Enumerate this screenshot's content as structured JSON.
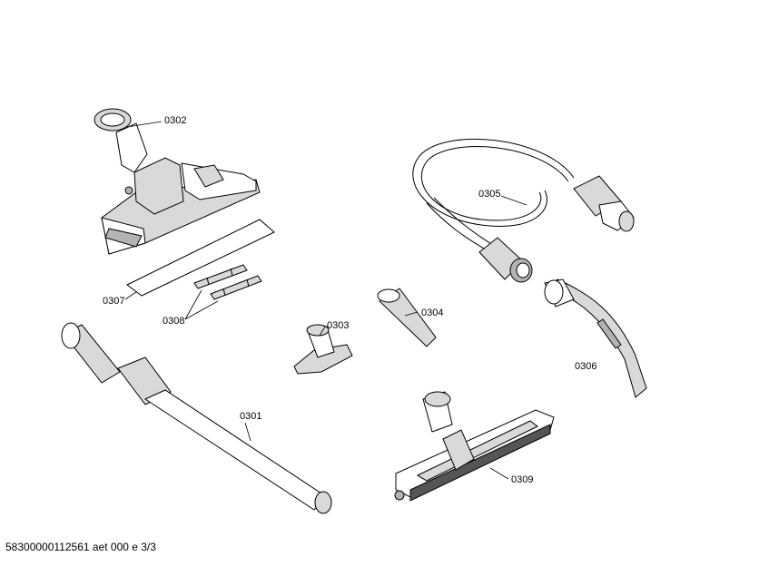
{
  "parts": [
    {
      "id": "0301",
      "label": "0301"
    },
    {
      "id": "0302",
      "label": "0302"
    },
    {
      "id": "0303",
      "label": "0303"
    },
    {
      "id": "0304",
      "label": "0304"
    },
    {
      "id": "0305",
      "label": "0305"
    },
    {
      "id": "0306",
      "label": "0306"
    },
    {
      "id": "0307",
      "label": "0307"
    },
    {
      "id": "0308",
      "label": "0308"
    },
    {
      "id": "0309",
      "label": "0309"
    }
  ],
  "footer": {
    "text": "58300000112561 aet 000 e 3/3"
  }
}
